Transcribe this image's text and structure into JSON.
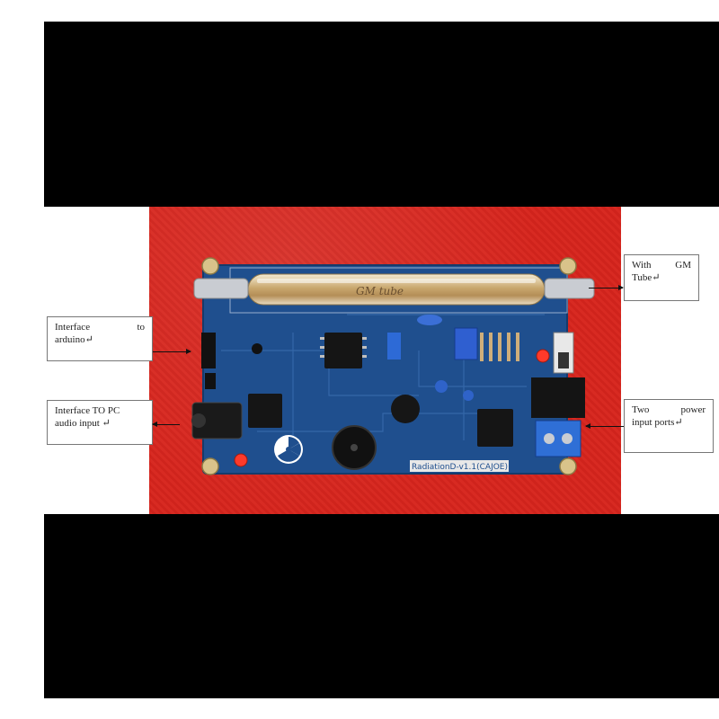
{
  "callouts": {
    "arduino": {
      "line1_left": "Interface",
      "line1_right": "to",
      "line2": "arduino↵"
    },
    "pc_audio": {
      "line1": "Interface TO PC",
      "line2": "audio input ↵"
    },
    "gm_tube": {
      "line1_left": "With",
      "line1_right": "GM",
      "line2": "Tube↵"
    },
    "power": {
      "line1_left": "Two",
      "line1_right": "power",
      "line2": "input ports↵"
    }
  },
  "board": {
    "silkscreen_label": "RadiationD-v1.1(CAJOE)",
    "tube_text": "GM tube"
  },
  "colors": {
    "background_red": "#d8261f",
    "pcb_blue": "#1f4f8e",
    "letterbox": "#000000"
  }
}
